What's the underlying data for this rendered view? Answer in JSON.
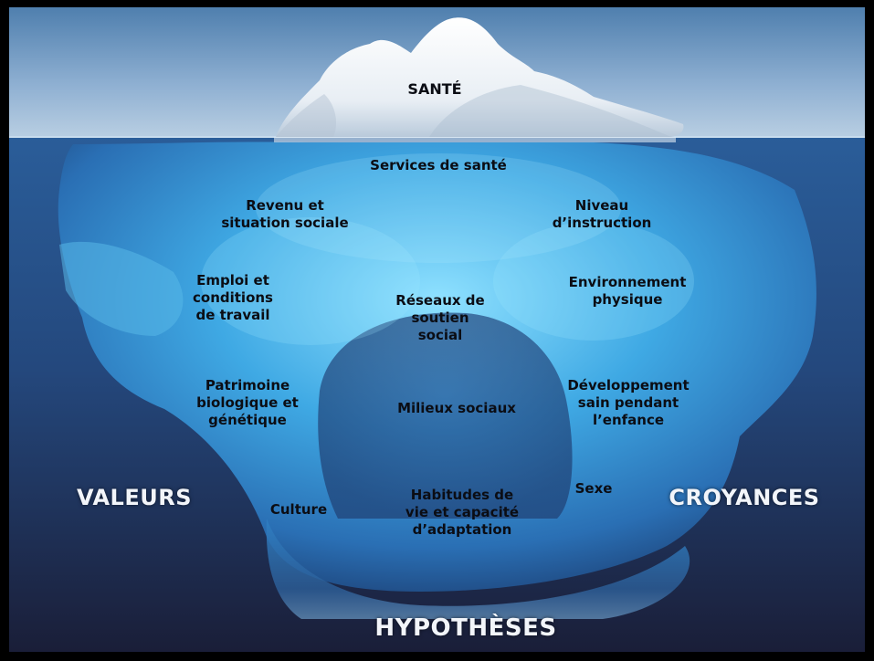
{
  "colors": {
    "sky_top": "#4f7fae",
    "sky_bottom": "#b8cee2",
    "water_top": "#2a5d99",
    "water_bottom": "#1a1e38",
    "ice_tip": "#f4f6f8",
    "ice_submerged": "#3fa9e4",
    "ice_glow": "#8fe1ff",
    "text_dark": "#0b0d14",
    "text_light": "#f2f5fa",
    "frame": "#000000"
  },
  "diagram": {
    "tip_label": "SANTÉ",
    "submerged_labels": [
      "Services de santé",
      "Revenu et\nsituation sociale",
      "Niveau\nd’instruction",
      "Emploi et\nconditions\nde travail",
      "Réseaux de\nsoutien\nsocial",
      "Environnement\nphysique",
      "Patrimoine\nbiologique et\ngénétique",
      "Milieux sociaux",
      "Développement\nsain pendant\nl’enfance",
      "Sexe",
      "Culture",
      "Habitudes de\nvie et capacité\nd’adaptation"
    ],
    "outer_labels": {
      "left": "VALEURS",
      "right": "CROYANCES",
      "bottom": "HYPOTHÈSES"
    }
  }
}
